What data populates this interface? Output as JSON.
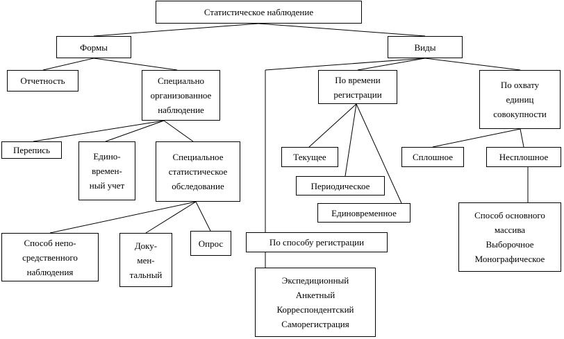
{
  "nodes": {
    "root": "Статистическое наблюдение",
    "forms": "Формы",
    "kinds": "Виды",
    "reporting": "Отчетность",
    "special_org": "Специально\nорганизованное\nнаблюдение",
    "census": "Перепись",
    "one_time_account": "Едино-\nвремен-\nный учет",
    "special_survey": "Специальное\nстатистическое\nобследование",
    "direct_observation": "Способ непо-\nсредственного\nнаблюдения",
    "documentary": "Доку-\nмен-\nтальный",
    "poll": "Опрос",
    "by_time": "По времени\nрегистрации",
    "by_coverage": "По охвату\nединиц\nсовокупности",
    "current": "Текущее",
    "periodic": "Периодическое",
    "single": "Единовременное",
    "complete": "Сплошное",
    "incomplete": "Несплошное",
    "incomplete_methods": "Способ основного\nмассива\nВыборочное\nМонографическое",
    "by_method": "По способу регистрации",
    "methods_list": "Экспедиционный\nАнкетный\nКорреспондентский\nСаморегистрация"
  },
  "colors": {
    "line": "#000000",
    "box_border": "#000000",
    "background": "#ffffff"
  }
}
